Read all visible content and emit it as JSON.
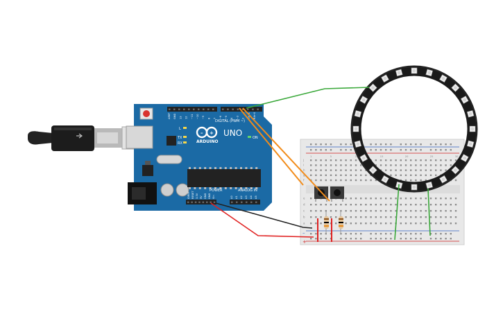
{
  "board": {
    "logo_text": "ARDUINO",
    "model": "UNO",
    "digital_label": "DIGITAL (PWM ~)",
    "power_label": "POWER",
    "analog_label": "ANALOG IN",
    "on_label": "ON",
    "l_label": "L",
    "tx_label": "TX",
    "rx_label": "RX",
    "top_pins": [
      "AREF",
      "GND",
      "13",
      "12",
      "~11",
      "~10",
      "~9",
      "8",
      "7",
      "~6",
      "~5",
      "4",
      "~3",
      "2",
      "TX→1",
      "RX←0"
    ],
    "power_pins": [
      "IOREF",
      "RESET",
      "3.3V",
      "5V",
      "GND",
      "GND",
      "Vin"
    ],
    "analog_pins": [
      "A0",
      "A1",
      "A2",
      "A3",
      "A4",
      "A5"
    ]
  },
  "breadboard": {
    "row_letters_top": [
      "j",
      "i",
      "h",
      "g",
      "f"
    ],
    "row_letters_bottom": [
      "e",
      "d",
      "c",
      "b",
      "a"
    ],
    "column_numbers": [
      "1",
      "5",
      "10",
      "15",
      "20",
      "25",
      "30"
    ]
  },
  "colors": {
    "board_blue": "#1b6aa5",
    "wire_red": "#e02020",
    "wire_black": "#222222",
    "wire_orange": "#f28c1a",
    "wire_green": "#3aa83a"
  }
}
